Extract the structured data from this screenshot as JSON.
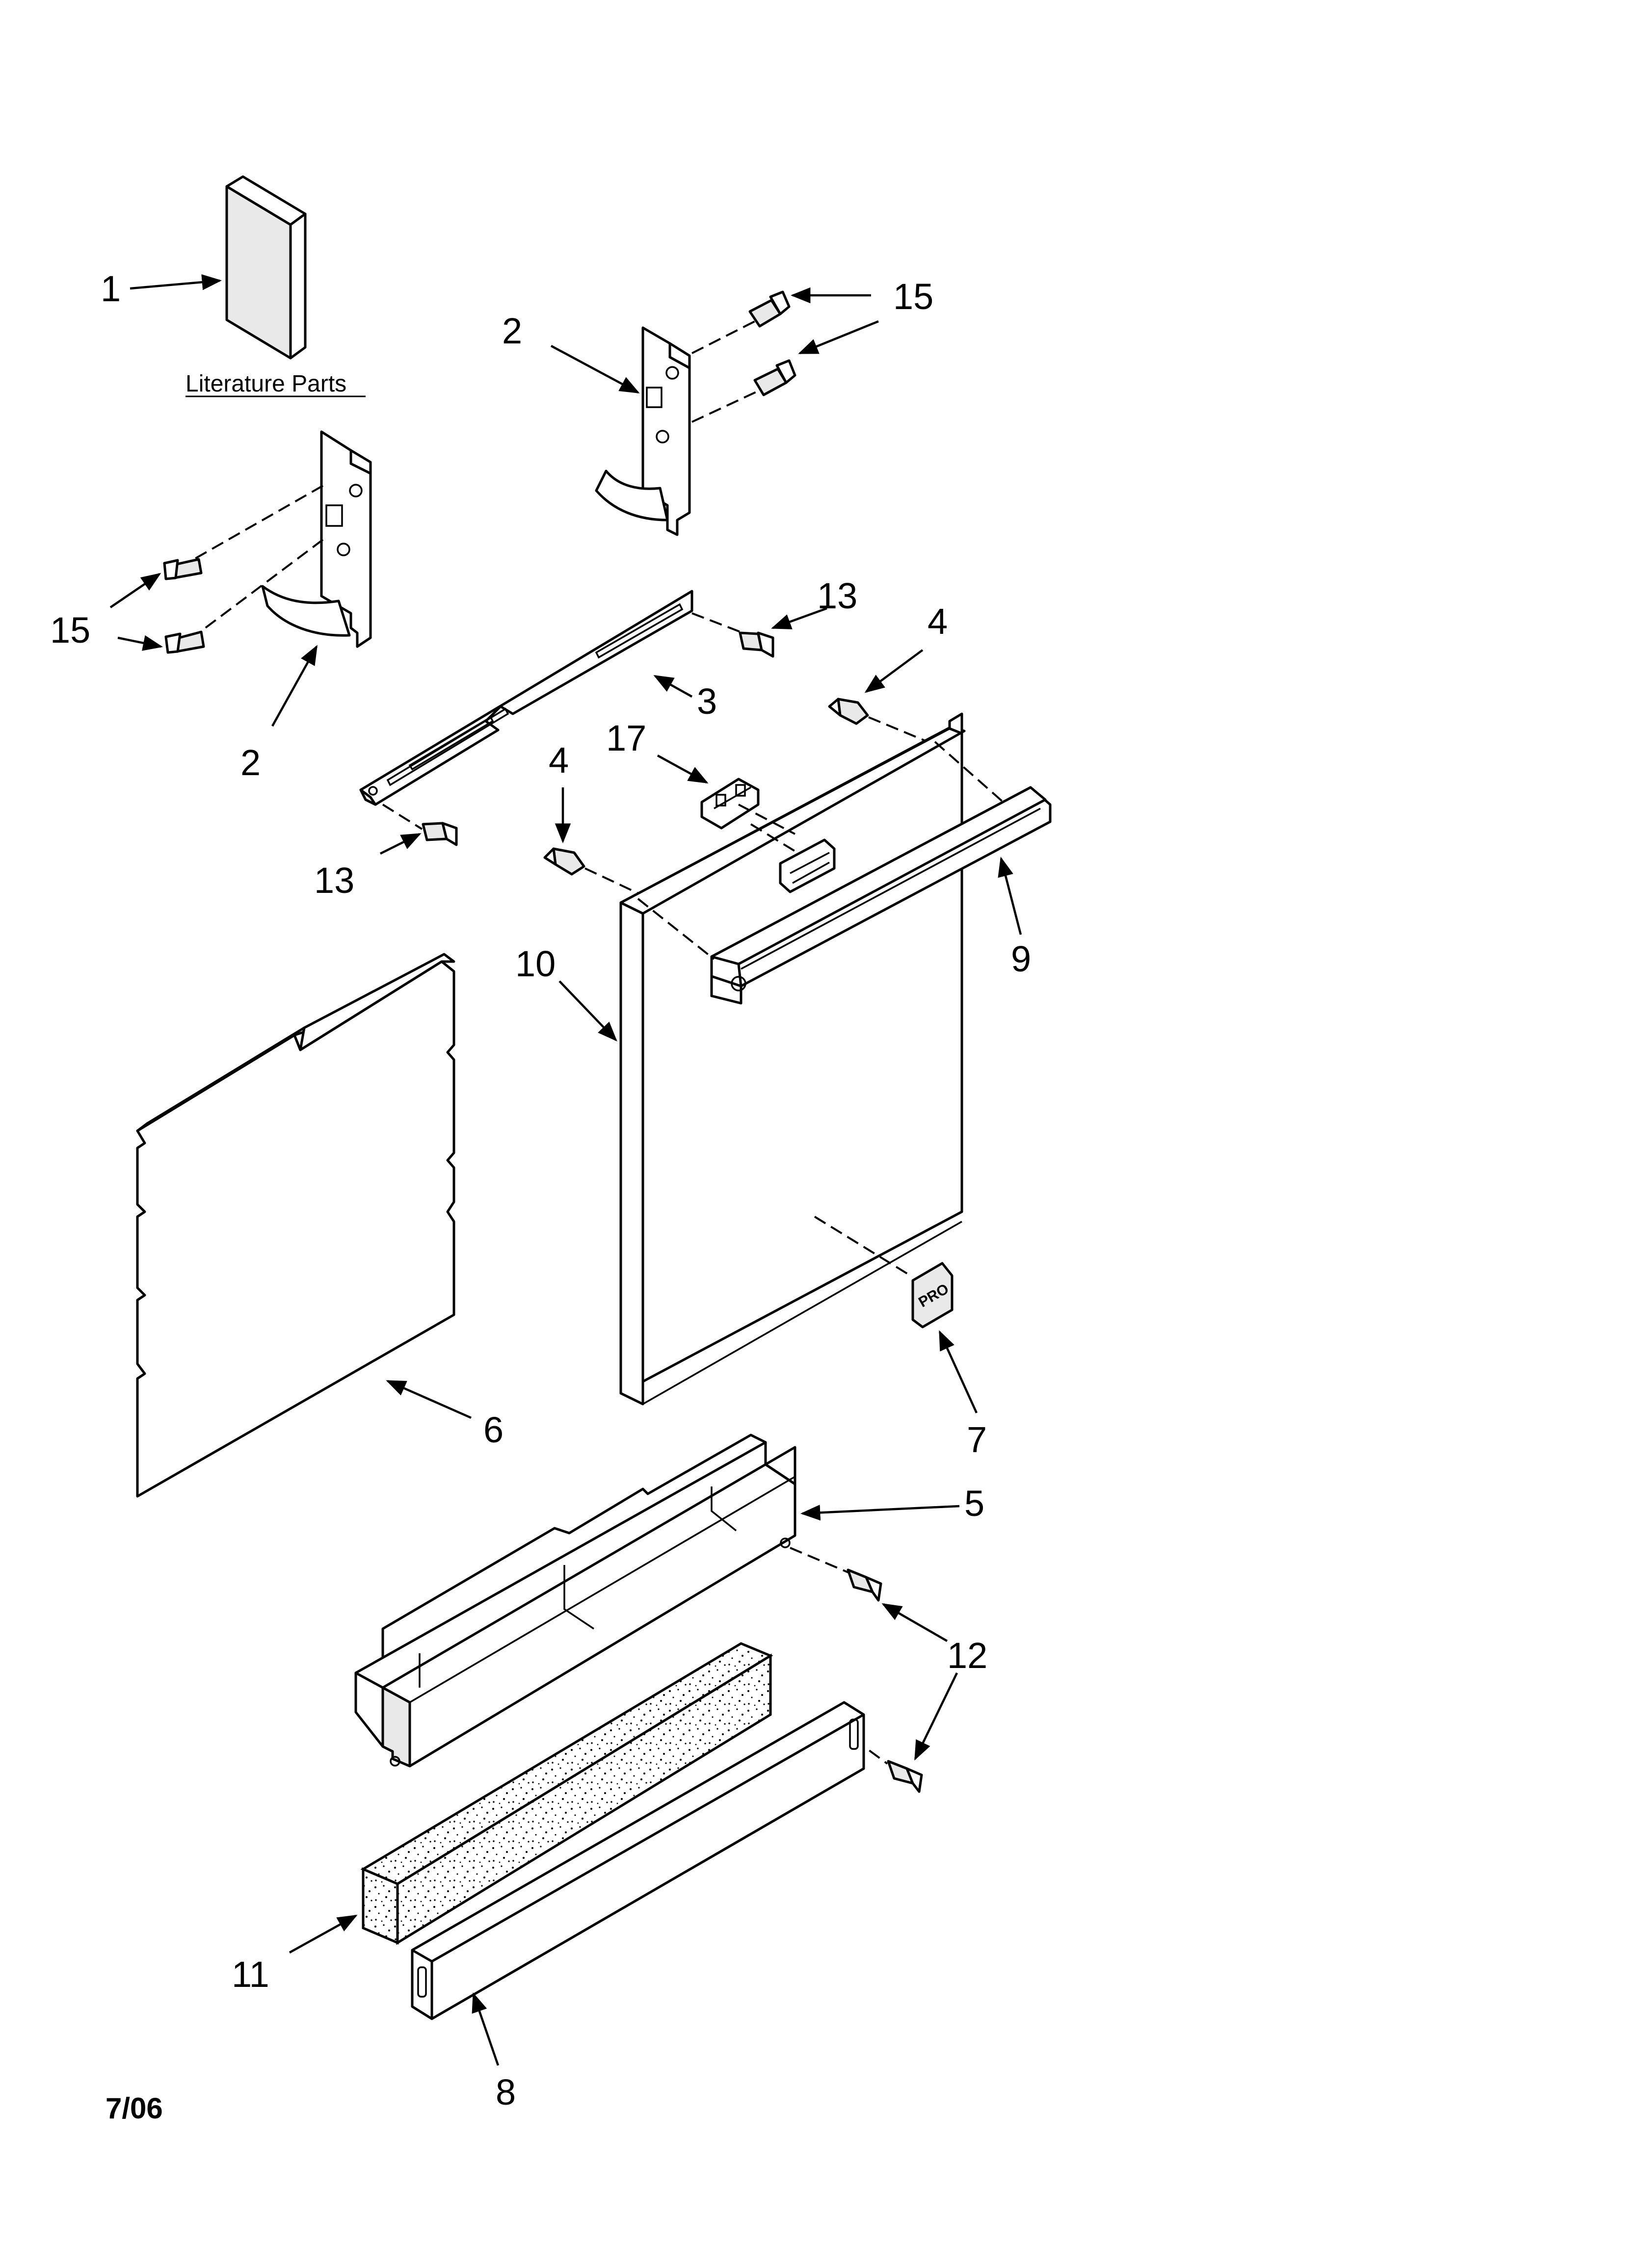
{
  "diagram": {
    "literature_label": "Literature Parts",
    "date_code": "7/06",
    "callouts": {
      "c1": "1",
      "c2a": "2",
      "c2b": "2",
      "c3": "3",
      "c4a": "4",
      "c4b": "4",
      "c5": "5",
      "c6": "6",
      "c7": "7",
      "c8": "8",
      "c9": "9",
      "c10": "10",
      "c11": "11",
      "c12": "12",
      "c13a": "13",
      "c13b": "13",
      "c15a": "15",
      "c15b": "15",
      "c17": "17"
    },
    "nameplate_text": "PRO"
  }
}
